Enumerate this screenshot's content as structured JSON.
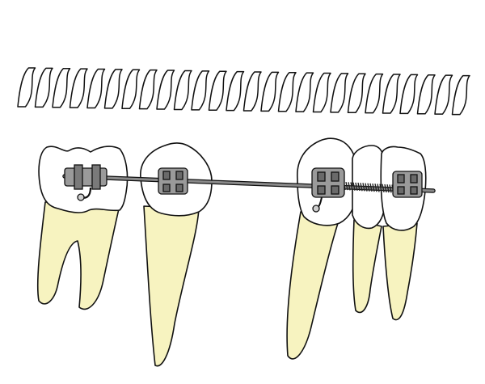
{
  "figure": {
    "subject": "orthodontic-open-coil-spring-between-teeth",
    "labels": []
  },
  "colors": {
    "background": "#ffffff",
    "outline": "#111111",
    "crown": "#ffffff",
    "root": "#f7f3c0",
    "bracket": "#9a9a9a",
    "bracket_dark": "#6a6a6a",
    "wire": "#7e7e7e"
  },
  "coil_spring": {
    "visible": true
  },
  "teeth": [
    {
      "name": "molar",
      "roots": 2,
      "bracket": "tube"
    },
    {
      "name": "premolar-left",
      "roots": 1,
      "bracket": "twin"
    },
    {
      "name": "canine",
      "roots": 1,
      "bracket": "twin-with-hook"
    },
    {
      "name": "incisor-lateral",
      "roots": 1,
      "bracket": "none"
    },
    {
      "name": "incisor-central",
      "roots": 1,
      "bracket": "twin"
    }
  ]
}
